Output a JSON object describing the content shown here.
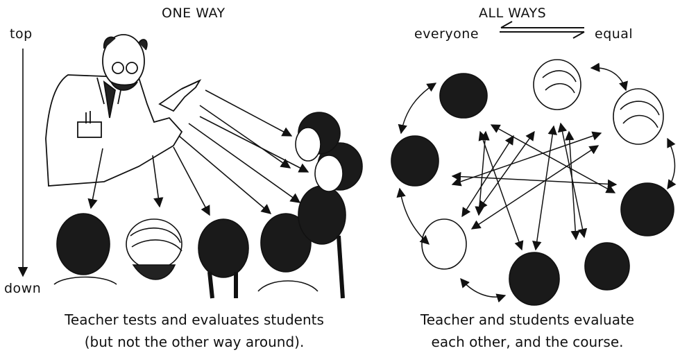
{
  "left_panel": {
    "title": "ONE WAY",
    "axis_top": "top",
    "axis_bottom": "down",
    "caption_line1": "Teacher tests and evaluates students",
    "caption_line2": "(but not the other way around)."
  },
  "right_panel": {
    "title": "ALL WAYS",
    "left_word": "everyone",
    "right_word": "equal",
    "caption_line1": "Teacher and students evaluate",
    "caption_line2": "each other, and the course."
  },
  "colors": {
    "ink": "#111111",
    "paper": "#ffffff"
  }
}
